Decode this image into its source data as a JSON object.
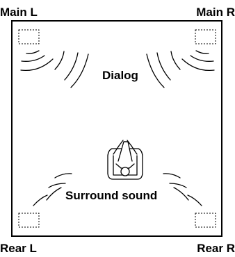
{
  "speakers": {
    "main_left": "Main L",
    "main_right": "Main R",
    "rear_left": "Rear L",
    "rear_right": "Rear R"
  },
  "zones": {
    "dialog": "Dialog",
    "surround": "Surround sound"
  },
  "icons": {
    "listener": "listener-in-chair-icon",
    "sound_waves": "sound-wave-icon",
    "speaker_box": "speaker-box-icon"
  },
  "colors": {
    "line": "#000000",
    "background": "#ffffff"
  }
}
